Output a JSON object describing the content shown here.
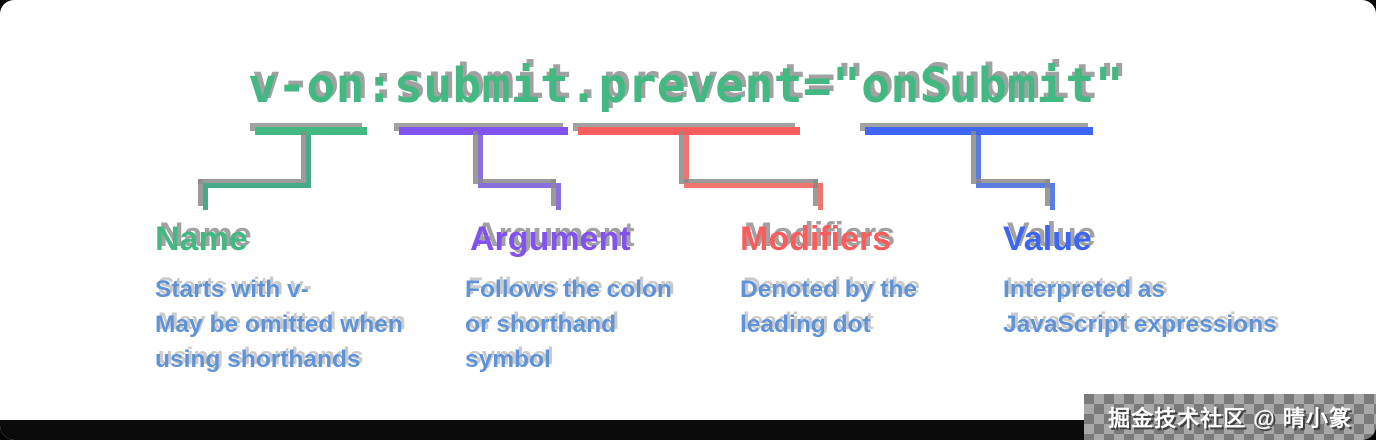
{
  "code": {
    "text": "v-on:submit.prevent=\"onSubmit\"",
    "color": "#42b883"
  },
  "parts": [
    {
      "label": "Name",
      "color": "#42b883",
      "desc": [
        "Starts with v-",
        "May be omitted when",
        "using shorthands"
      ]
    },
    {
      "label": "Argument",
      "color": "#8152f0",
      "desc": [
        "Follows the colon",
        "or shorthand",
        "symbol"
      ]
    },
    {
      "label": "Modifiers",
      "color": "#fb5d5d",
      "desc": [
        "Denoted by the",
        "leading dot"
      ]
    },
    {
      "label": "Value",
      "color": "#3d66f5",
      "desc": [
        "Interpreted as",
        "JavaScript expressions"
      ]
    }
  ],
  "colors": {
    "description_text": "#5f93d8",
    "shadow_gray": "#8a8a8a",
    "canvas_background": "#ffffff"
  },
  "watermark": {
    "text": "掘金技术社区 @ 晴小篆"
  }
}
